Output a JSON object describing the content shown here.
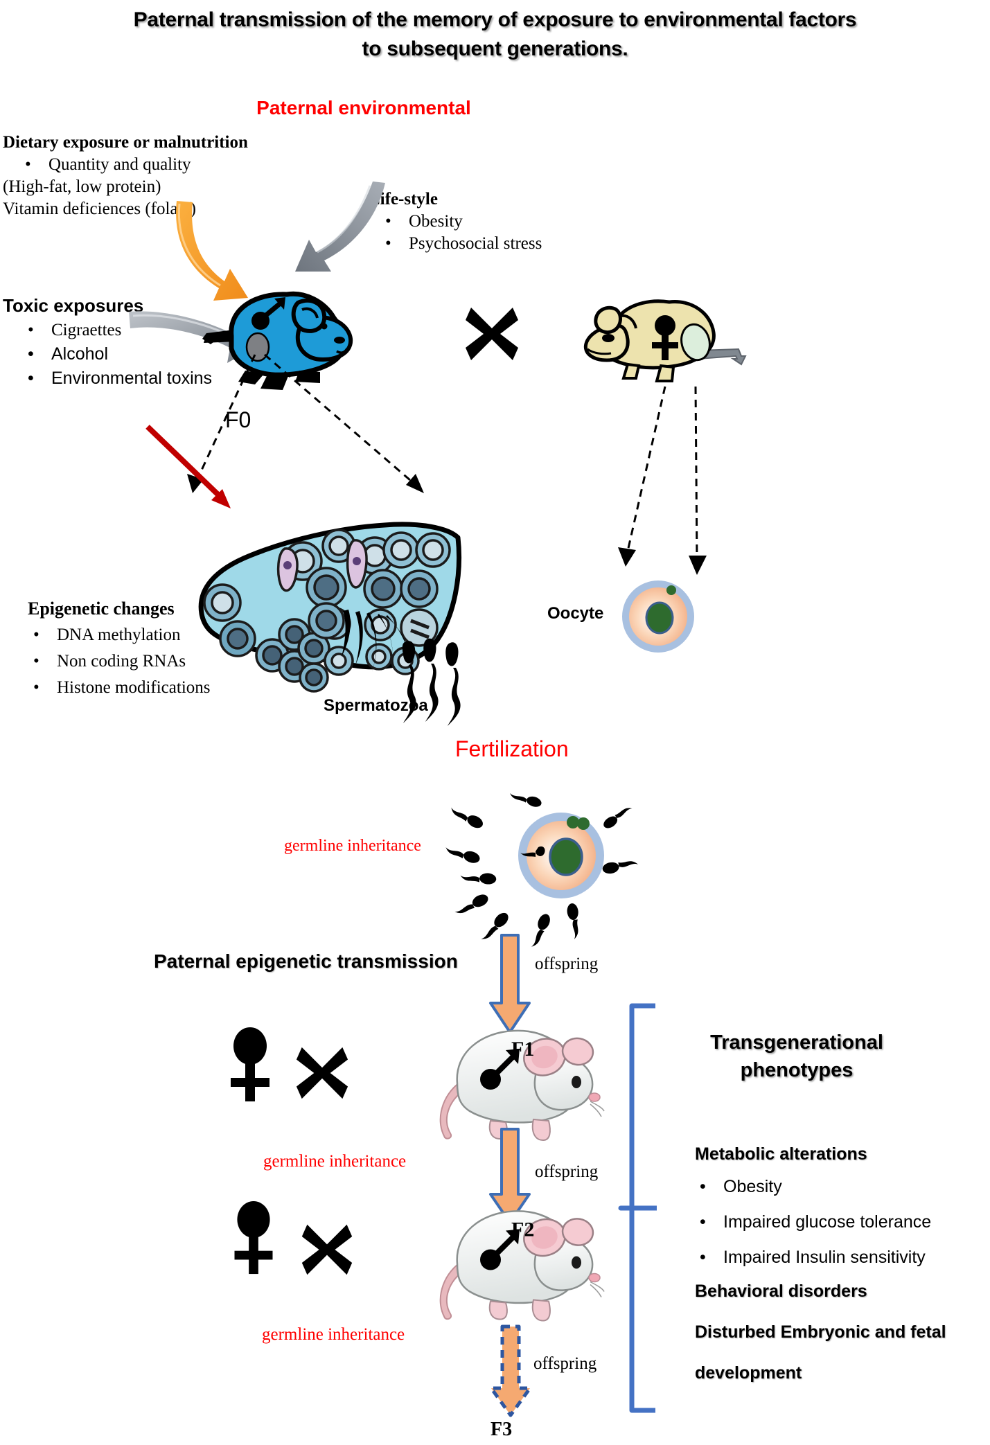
{
  "title": {
    "line1": "Paternal transmission of the memory of exposure to environmental factors",
    "line2": "to subsequent generations."
  },
  "section_heading": "Paternal environmental",
  "colors": {
    "red_accent": "#FF0000",
    "dark_red_arrow": "#C00000",
    "orange_arrow": "#F5A04B",
    "orange_curve": "#F9A03C",
    "gray_arrow": "#808890",
    "blue_mouse": "#1E9BD7",
    "female_mouse": "#EDE3AE",
    "bracket_blue": "#4472C4",
    "tubule_blue": "#9FD9E8",
    "oocyte_zona": "#A8C0E0",
    "oocyte_cyto": "#F6C5A0",
    "oocyte_nucleus": "#2E6B2E"
  },
  "dietary": {
    "heading": "Dietary  exposure or malnutrition",
    "items": [
      "Quantity and quality"
    ],
    "lines": [
      "(High-fat, low protein)",
      "Vitamin deficiences (folate)"
    ]
  },
  "lifestyle": {
    "heading": "Life-style",
    "items": [
      "Obesity",
      "Psychosocial stress"
    ]
  },
  "toxic": {
    "heading": "Toxic exposures",
    "items": [
      "Cigraettes",
      "Alcohol",
      "Environmental toxins"
    ]
  },
  "epigenetic": {
    "heading": "Epigenetic changes",
    "items": [
      "DNA methylation",
      "Non coding RNAs",
      "Histone modifications"
    ]
  },
  "labels": {
    "f0": "F0",
    "f1": "F1",
    "f2": "F2",
    "f3": "F3",
    "oocyte": "Oocyte",
    "spermatozoa": "Spermatozoa",
    "fertilization": "Fertilization",
    "germline_inheritance": "germline inheritance",
    "offspring": "offspring",
    "paternal_epigenetic_transmission": "Paternal epigenetic transmission",
    "cross_symbol": "✕",
    "male_symbol": "male-sign",
    "female_symbol": "female-sign"
  },
  "phenotypes": {
    "title_line1": "Transgenerational",
    "title_line2": "phenotypes",
    "metabolic_heading": "Metabolic alterations",
    "metabolic_items": [
      "Obesity",
      "Impaired glucose tolerance",
      "Impaired Insulin sensitivity"
    ],
    "behavioral_heading": "Behavioral disorders",
    "embryonic_heading_line1": "Disturbed Embryonic and fetal",
    "embryonic_heading_line2": "development"
  }
}
